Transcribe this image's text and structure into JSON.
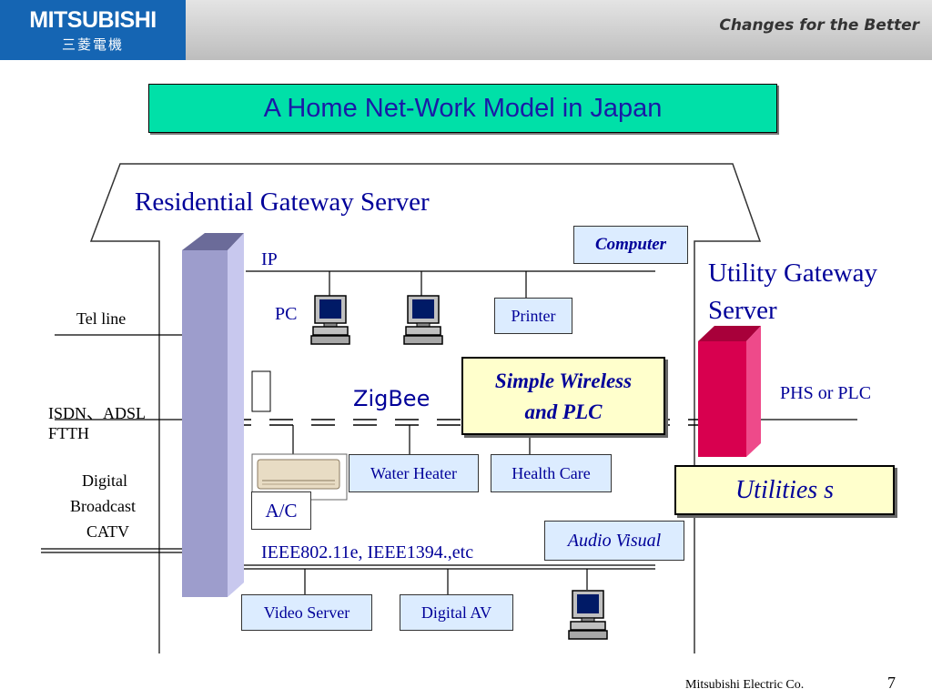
{
  "header": {
    "logo_main": "MITSUBISHI",
    "logo_sub": "三菱電機",
    "tagline": "Changes for the Better"
  },
  "title": "A Home Net-Work Model in Japan",
  "diagram": {
    "house_label": "Residential Gateway Server",
    "ip_label": "IP",
    "pc_label": "PC",
    "printer_label": "Printer",
    "computer_label": "Computer",
    "utility_gateway_line1": "Utility Gateway",
    "utility_gateway_line2": "Server",
    "tel_line_label": "Tel line",
    "isdn_label": "ISDN、ADSL",
    "ftth_label": "FTTH",
    "digital_label": "Digital",
    "broadcast_label": "Broadcast",
    "catv_label": "CATV",
    "zigbee_label": "ZigBee",
    "simple_wireless_line1": "Simple Wireless",
    "simple_wireless_line2": "and PLC",
    "phs_label": "PHS or PLC",
    "utilities_label": "Utilities s",
    "water_heater_label": "Water Heater",
    "health_care_label": "Health Care",
    "ac_label": "A/C",
    "audio_visual_label": "Audio Visual",
    "ieee_label": "IEEE802.11e, IEEE1394.,etc",
    "video_server_label": "Video Server",
    "digital_av_label": "Digital AV"
  },
  "colors": {
    "title_bg": "#00e0a8",
    "logo_bg": "#1565b3",
    "gateway_column": "#9d9dcc",
    "utility_server": "#d8004f",
    "utilities_bg": "#ffffcc",
    "device_box_bg": "#dcecff"
  },
  "footer": {
    "company": "Mitsubishi Electric Co.",
    "page_number": "7"
  }
}
